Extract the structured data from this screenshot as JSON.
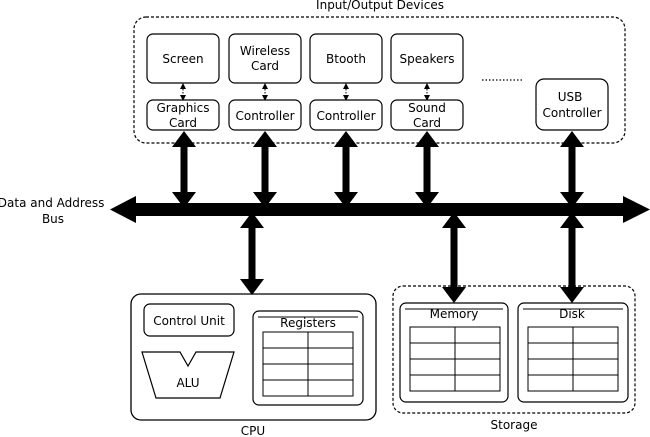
{
  "io_group": {
    "title": "Input/Output Devices"
  },
  "devices": [
    {
      "device": [
        "Screen"
      ],
      "controller": [
        "Graphics",
        "Card"
      ]
    },
    {
      "device": [
        "Wireless",
        "Card"
      ],
      "controller": [
        "Controller"
      ]
    },
    {
      "device": [
        "Btooth"
      ],
      "controller": [
        "Controller"
      ]
    },
    {
      "device": [
        "Speakers"
      ],
      "controller": [
        "Sound",
        "Card"
      ]
    }
  ],
  "usb": {
    "label": [
      "USB",
      "Controller"
    ]
  },
  "bus": {
    "label": [
      "Data and Address",
      "Bus"
    ]
  },
  "cpu": {
    "title": "CPU",
    "control_unit": "Control Unit",
    "registers": "Registers",
    "alu": "ALU"
  },
  "storage": {
    "title": "Storage",
    "memory": "Memory",
    "disk": "Disk"
  }
}
